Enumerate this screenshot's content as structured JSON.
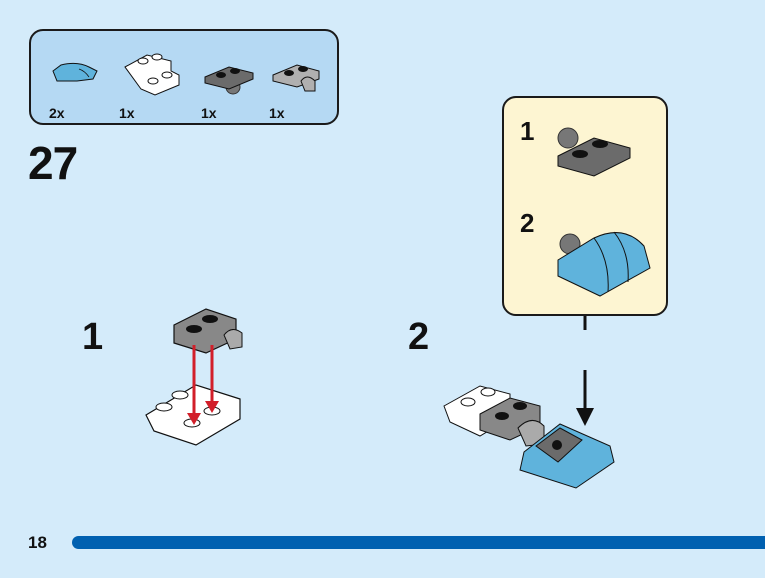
{
  "page": {
    "page_number": "18",
    "step_number": "27",
    "accent_color": "#0060b0"
  },
  "parts_list": {
    "items": [
      {
        "name": "light-blue-curved-slope",
        "quantity": "2x",
        "color": "#5fb3dc"
      },
      {
        "name": "white-inverted-slope-2x2",
        "quantity": "1x",
        "color": "#ffffff"
      },
      {
        "name": "dark-gray-plate-with-ball",
        "quantity": "1x",
        "color": "#6b6b6b"
      },
      {
        "name": "light-gray-plate-with-clip",
        "quantity": "1x",
        "color": "#b0b0b0"
      }
    ]
  },
  "substeps": [
    {
      "label": "1"
    },
    {
      "label": "2"
    }
  ],
  "callout": {
    "steps": [
      {
        "label": "1"
      },
      {
        "label": "2"
      }
    ]
  }
}
